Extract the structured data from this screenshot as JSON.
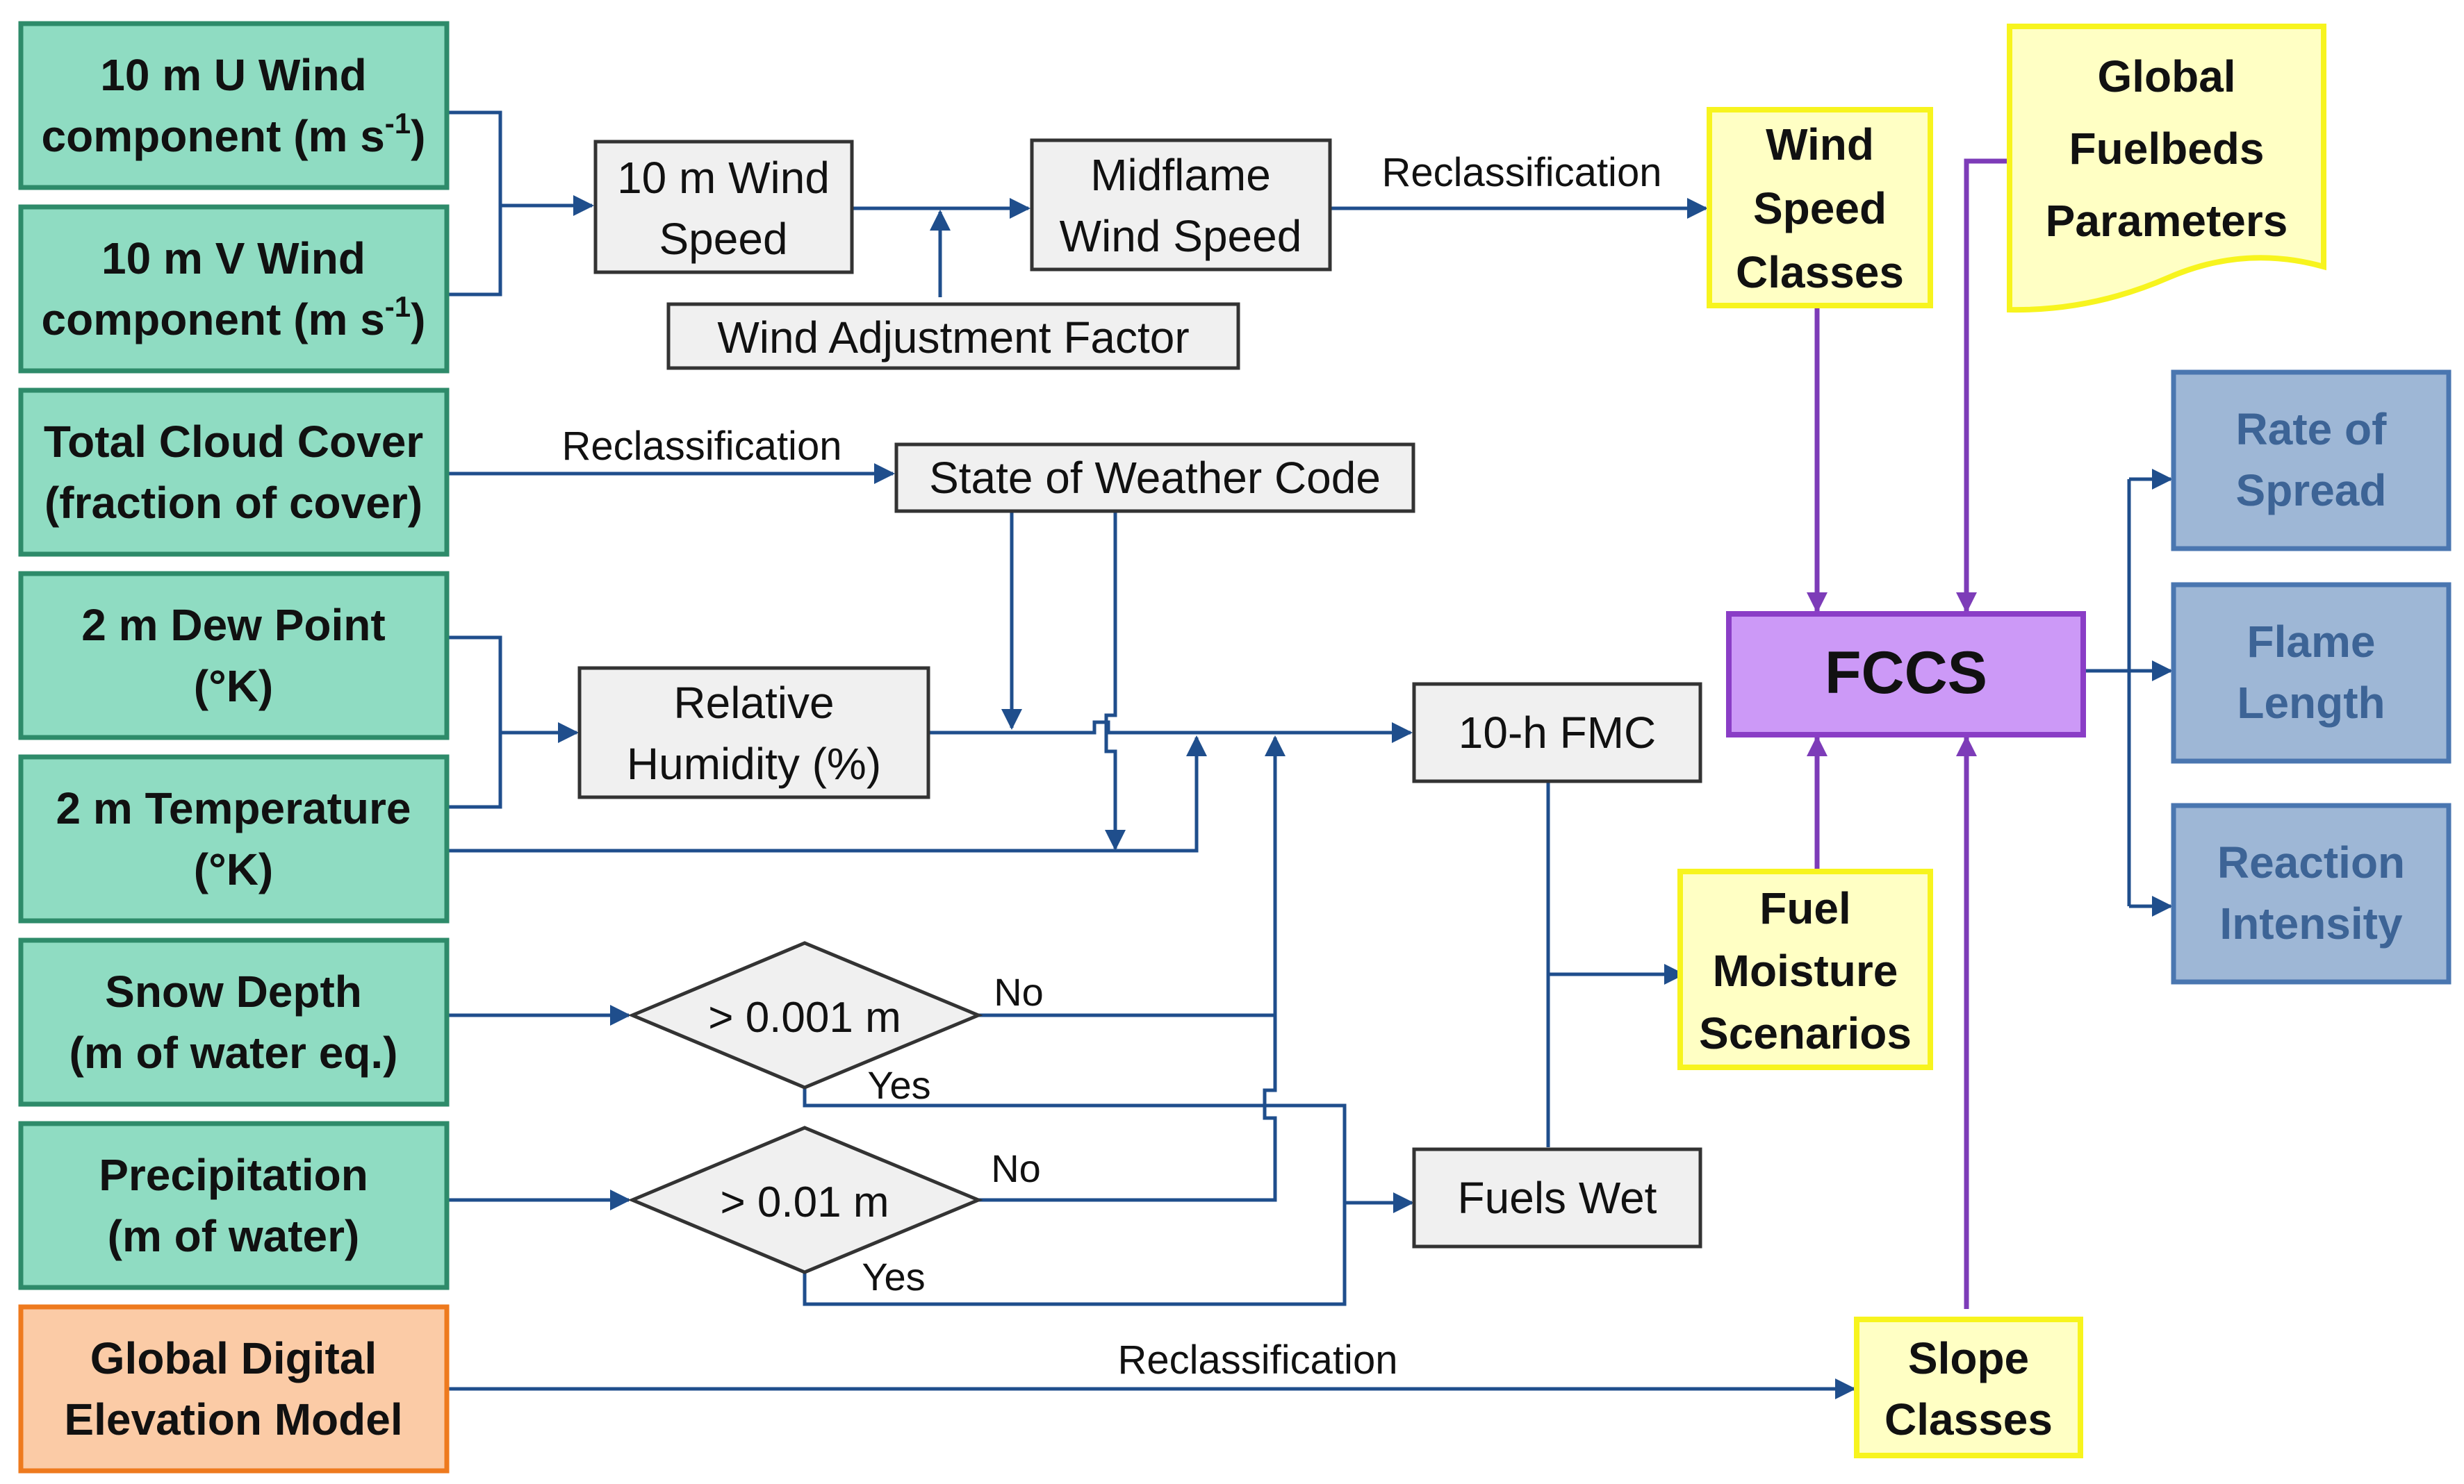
{
  "inputs": {
    "u_wind": {
      "line1": "10 m U Wind",
      "line2_text": "component (m s",
      "line2_sup": "-1",
      "line2_end": ")"
    },
    "v_wind": {
      "line1": "10 m V Wind",
      "line2_text": "component (m s",
      "line2_sup": "-1",
      "line2_end": ")"
    },
    "cloud": {
      "line1": "Total Cloud Cover",
      "line2": "(fraction of cover)"
    },
    "dew": {
      "line1": "2 m Dew Point",
      "line2": "(°K)"
    },
    "temp": {
      "line1": "2 m Temperature",
      "line2": "(°K)"
    },
    "snow": {
      "line1": "Snow Depth",
      "line2": "(m of water eq.)"
    },
    "precip": {
      "line1": "Precipitation",
      "line2": "(m of water)"
    },
    "dem": {
      "line1": "Global Digital",
      "line2": "Elevation Model"
    }
  },
  "process": {
    "wind10": {
      "line1": "10 m Wind",
      "line2": "Speed"
    },
    "midflame": {
      "line1": "Midflame",
      "line2": "Wind Speed"
    },
    "waf": "Wind Adjustment Factor",
    "swc": "State of Weather Code",
    "rh": {
      "line1": "Relative",
      "line2": "Humidity (%)"
    },
    "fmc": "10-h FMC",
    "fuels_wet": "Fuels Wet"
  },
  "decisions": {
    "snow_threshold": "> 0.001 m",
    "precip_threshold": "> 0.01 m"
  },
  "edge_labels": {
    "reclass_wind": "Reclassification",
    "reclass_cloud": "Reclassification",
    "reclass_dem": "Reclassification",
    "snow_no": "No",
    "snow_yes": "Yes",
    "precip_no": "No",
    "precip_yes": "Yes"
  },
  "classes": {
    "wind": {
      "line1": "Wind",
      "line2": "Speed",
      "line3": "Classes"
    },
    "fuelbeds": {
      "line1": "Global",
      "line2": "Fuelbeds",
      "line3": "Parameters"
    },
    "moisture": {
      "line1": "Fuel",
      "line2": "Moisture",
      "line3": "Scenarios"
    },
    "slope": {
      "line1": "Slope",
      "line2": "Classes"
    }
  },
  "model": {
    "label": "FCCS"
  },
  "outputs": {
    "ros": {
      "line1": "Rate of",
      "line2": "Spread"
    },
    "flame": {
      "line1": "Flame",
      "line2": "Length"
    },
    "reaction": {
      "line1": "Reaction",
      "line2": "Intensity"
    }
  },
  "colors": {
    "input_fill": "#8FDCC2",
    "input_stroke": "#2E8B6A",
    "dem_fill": "#FBCBA6",
    "dem_stroke": "#EE7A1E",
    "process_fill": "#F0F0F0",
    "process_stroke": "#333333",
    "class_fill": "#FFFFC4",
    "class_stroke": "#F7F41E",
    "fccs_fill": "#CC99F7",
    "fccs_stroke": "#8A3DC6",
    "output_fill": "#9EB7D6",
    "output_stroke": "#4A76B0",
    "output_text": "#3D6496",
    "flow_line": "#1F4E8C",
    "model_line": "#7D3CB8"
  }
}
